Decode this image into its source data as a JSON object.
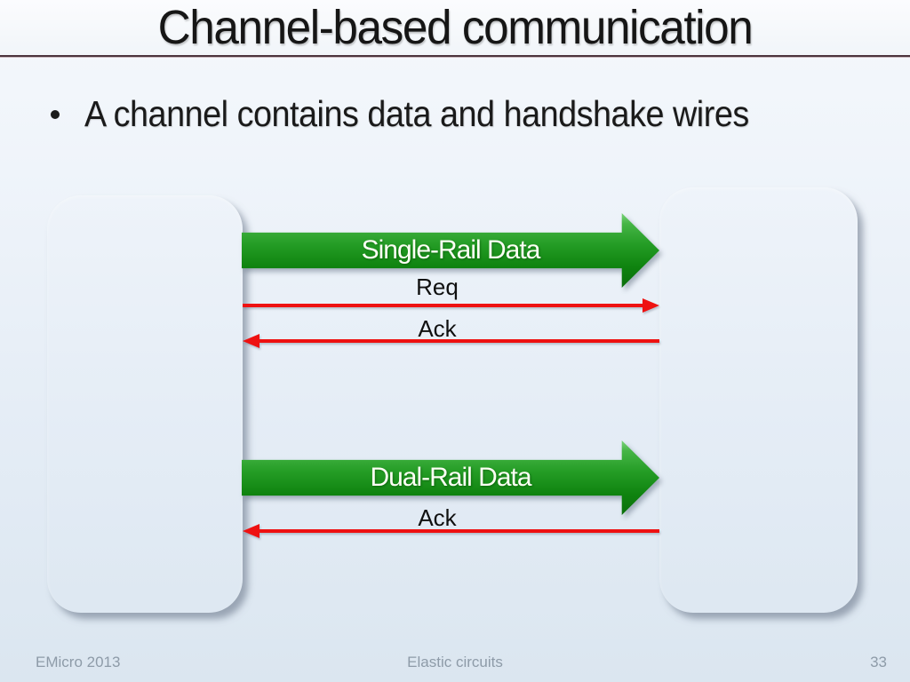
{
  "slide": {
    "title": "Channel-based communication",
    "bullet": "A channel contains data and handshake wires",
    "footer": {
      "left": "EMicro 2013",
      "center": "Elastic circuits",
      "page_number": "33"
    }
  },
  "diagram": {
    "blocks": [
      {
        "name": "sender-block"
      },
      {
        "name": "receiver-block"
      }
    ],
    "channels": [
      {
        "label": "Single-Rail Data",
        "kind": "data-bus",
        "direction": "right",
        "color": "#1d9320"
      },
      {
        "label": "Req",
        "kind": "handshake-wire",
        "direction": "right",
        "color": "#ee1111"
      },
      {
        "label": "Ack",
        "kind": "handshake-wire",
        "direction": "left",
        "color": "#ee1111"
      },
      {
        "label": "Dual-Rail Data",
        "kind": "data-bus",
        "direction": "right",
        "color": "#1d9320"
      },
      {
        "label": "Ack",
        "kind": "handshake-wire",
        "direction": "left",
        "color": "#ee1111"
      }
    ],
    "colors": {
      "block_fill": "#4f81bd",
      "bus_green": "#1d9320",
      "wire_red": "#ee1111",
      "divider_maroon": "#4b343c",
      "background_top": "#f5f8fc",
      "background_bottom": "#dbe6f0"
    }
  }
}
